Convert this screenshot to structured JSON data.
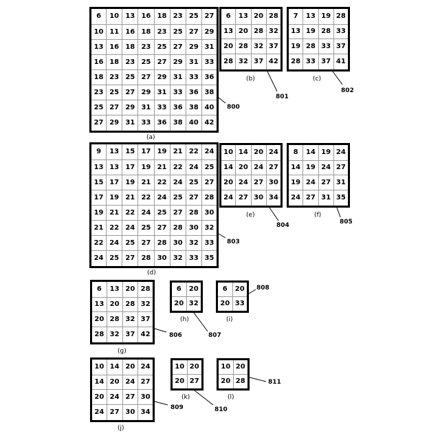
{
  "grids": {
    "a": {
      "caption": "(a)",
      "rows": [
        [
          "6",
          "10",
          "13",
          "16",
          "18",
          "23",
          "25",
          "27"
        ],
        [
          "10",
          "11",
          "16",
          "18",
          "23",
          "25",
          "27",
          "29"
        ],
        [
          "13",
          "16",
          "18",
          "23",
          "25",
          "27",
          "29",
          "31"
        ],
        [
          "16",
          "18",
          "23",
          "25",
          "27",
          "29",
          "31",
          "33"
        ],
        [
          "18",
          "23",
          "25",
          "27",
          "29",
          "31",
          "33",
          "36"
        ],
        [
          "23",
          "25",
          "27",
          "29",
          "31",
          "33",
          "36",
          "38"
        ],
        [
          "25",
          "27",
          "29",
          "31",
          "33",
          "36",
          "38",
          "40"
        ],
        [
          "27",
          "29",
          "31",
          "33",
          "36",
          "38",
          "40",
          "42"
        ]
      ]
    },
    "b": {
      "caption": "(b)",
      "rows": [
        [
          "6",
          "13",
          "20",
          "28"
        ],
        [
          "13",
          "20",
          "28",
          "32"
        ],
        [
          "20",
          "28",
          "32",
          "37"
        ],
        [
          "28",
          "32",
          "37",
          "42"
        ]
      ]
    },
    "c": {
      "caption": "(c)",
      "rows": [
        [
          "7",
          "13",
          "19",
          "28"
        ],
        [
          "13",
          "19",
          "28",
          "33"
        ],
        [
          "19",
          "28",
          "33",
          "37"
        ],
        [
          "28",
          "33",
          "37",
          "41"
        ]
      ]
    },
    "d": {
      "caption": "(d)",
      "rows": [
        [
          "9",
          "13",
          "15",
          "17",
          "19",
          "21",
          "22",
          "24"
        ],
        [
          "13",
          "13",
          "17",
          "19",
          "21",
          "22",
          "24",
          "25"
        ],
        [
          "15",
          "17",
          "19",
          "21",
          "22",
          "24",
          "25",
          "27"
        ],
        [
          "17",
          "19",
          "21",
          "22",
          "24",
          "25",
          "27",
          "28"
        ],
        [
          "19",
          "21",
          "22",
          "24",
          "25",
          "27",
          "28",
          "30"
        ],
        [
          "21",
          "22",
          "24",
          "25",
          "27",
          "28",
          "30",
          "32"
        ],
        [
          "22",
          "24",
          "25",
          "27",
          "28",
          "30",
          "32",
          "33"
        ],
        [
          "24",
          "25",
          "27",
          "28",
          "30",
          "32",
          "33",
          "35"
        ]
      ]
    },
    "e": {
      "caption": "(e)",
      "rows": [
        [
          "10",
          "14",
          "20",
          "24"
        ],
        [
          "14",
          "20",
          "24",
          "27"
        ],
        [
          "20",
          "24",
          "27",
          "30"
        ],
        [
          "24",
          "27",
          "30",
          "34"
        ]
      ]
    },
    "f": {
      "caption": "(f)",
      "rows": [
        [
          "8",
          "14",
          "19",
          "24"
        ],
        [
          "14",
          "19",
          "24",
          "27"
        ],
        [
          "19",
          "24",
          "27",
          "31"
        ],
        [
          "24",
          "27",
          "31",
          "35"
        ]
      ]
    },
    "g": {
      "caption": "(g)",
      "rows": [
        [
          "6",
          "13",
          "20",
          "28"
        ],
        [
          "13",
          "20",
          "28",
          "32"
        ],
        [
          "20",
          "28",
          "32",
          "37"
        ],
        [
          "28",
          "32",
          "37",
          "42"
        ]
      ]
    },
    "h": {
      "caption": "(h)",
      "rows": [
        [
          "6",
          "20"
        ],
        [
          "20",
          "32"
        ]
      ]
    },
    "i": {
      "caption": "(i)",
      "rows": [
        [
          "6",
          "20"
        ],
        [
          "20",
          "33"
        ]
      ]
    },
    "j": {
      "caption": "(j)",
      "rows": [
        [
          "10",
          "14",
          "20",
          "24"
        ],
        [
          "14",
          "20",
          "24",
          "27"
        ],
        [
          "20",
          "24",
          "27",
          "30"
        ],
        [
          "24",
          "27",
          "30",
          "34"
        ]
      ]
    },
    "k": {
      "caption": "(k)",
      "rows": [
        [
          "10",
          "20"
        ],
        [
          "20",
          "27"
        ]
      ]
    },
    "l": {
      "caption": "(l)",
      "rows": [
        [
          "10",
          "20"
        ],
        [
          "20",
          "28"
        ]
      ]
    }
  },
  "refs": {
    "r800": "800",
    "r801": "801",
    "r802": "802",
    "r803": "803",
    "r804": "804",
    "r805": "805",
    "r806": "806",
    "r807": "807",
    "r808": "808",
    "r809": "809",
    "r810": "810",
    "r811": "811"
  }
}
